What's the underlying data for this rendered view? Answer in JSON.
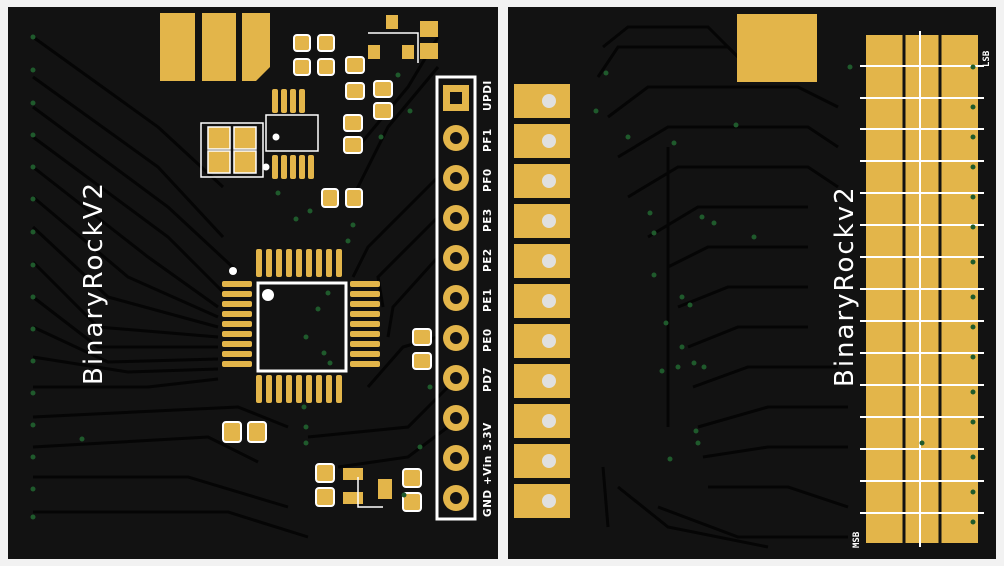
{
  "front": {
    "title": "BinaryRockV2",
    "pin_labels": [
      "UPDI",
      "PF1",
      "PF0",
      "PE3",
      "PE2",
      "PE1",
      "PE0",
      "PD7",
      "+Vin 3.3V",
      "GND"
    ]
  },
  "back": {
    "title": "BinaryRockv2",
    "top_label": "LSB",
    "bottom_label": "MSB"
  },
  "colors": {
    "board": "#121212",
    "copper_pad": "#e3b54a",
    "trace": "#050505",
    "silkscreen": "#ffffff",
    "via": "#1f5a2c"
  }
}
